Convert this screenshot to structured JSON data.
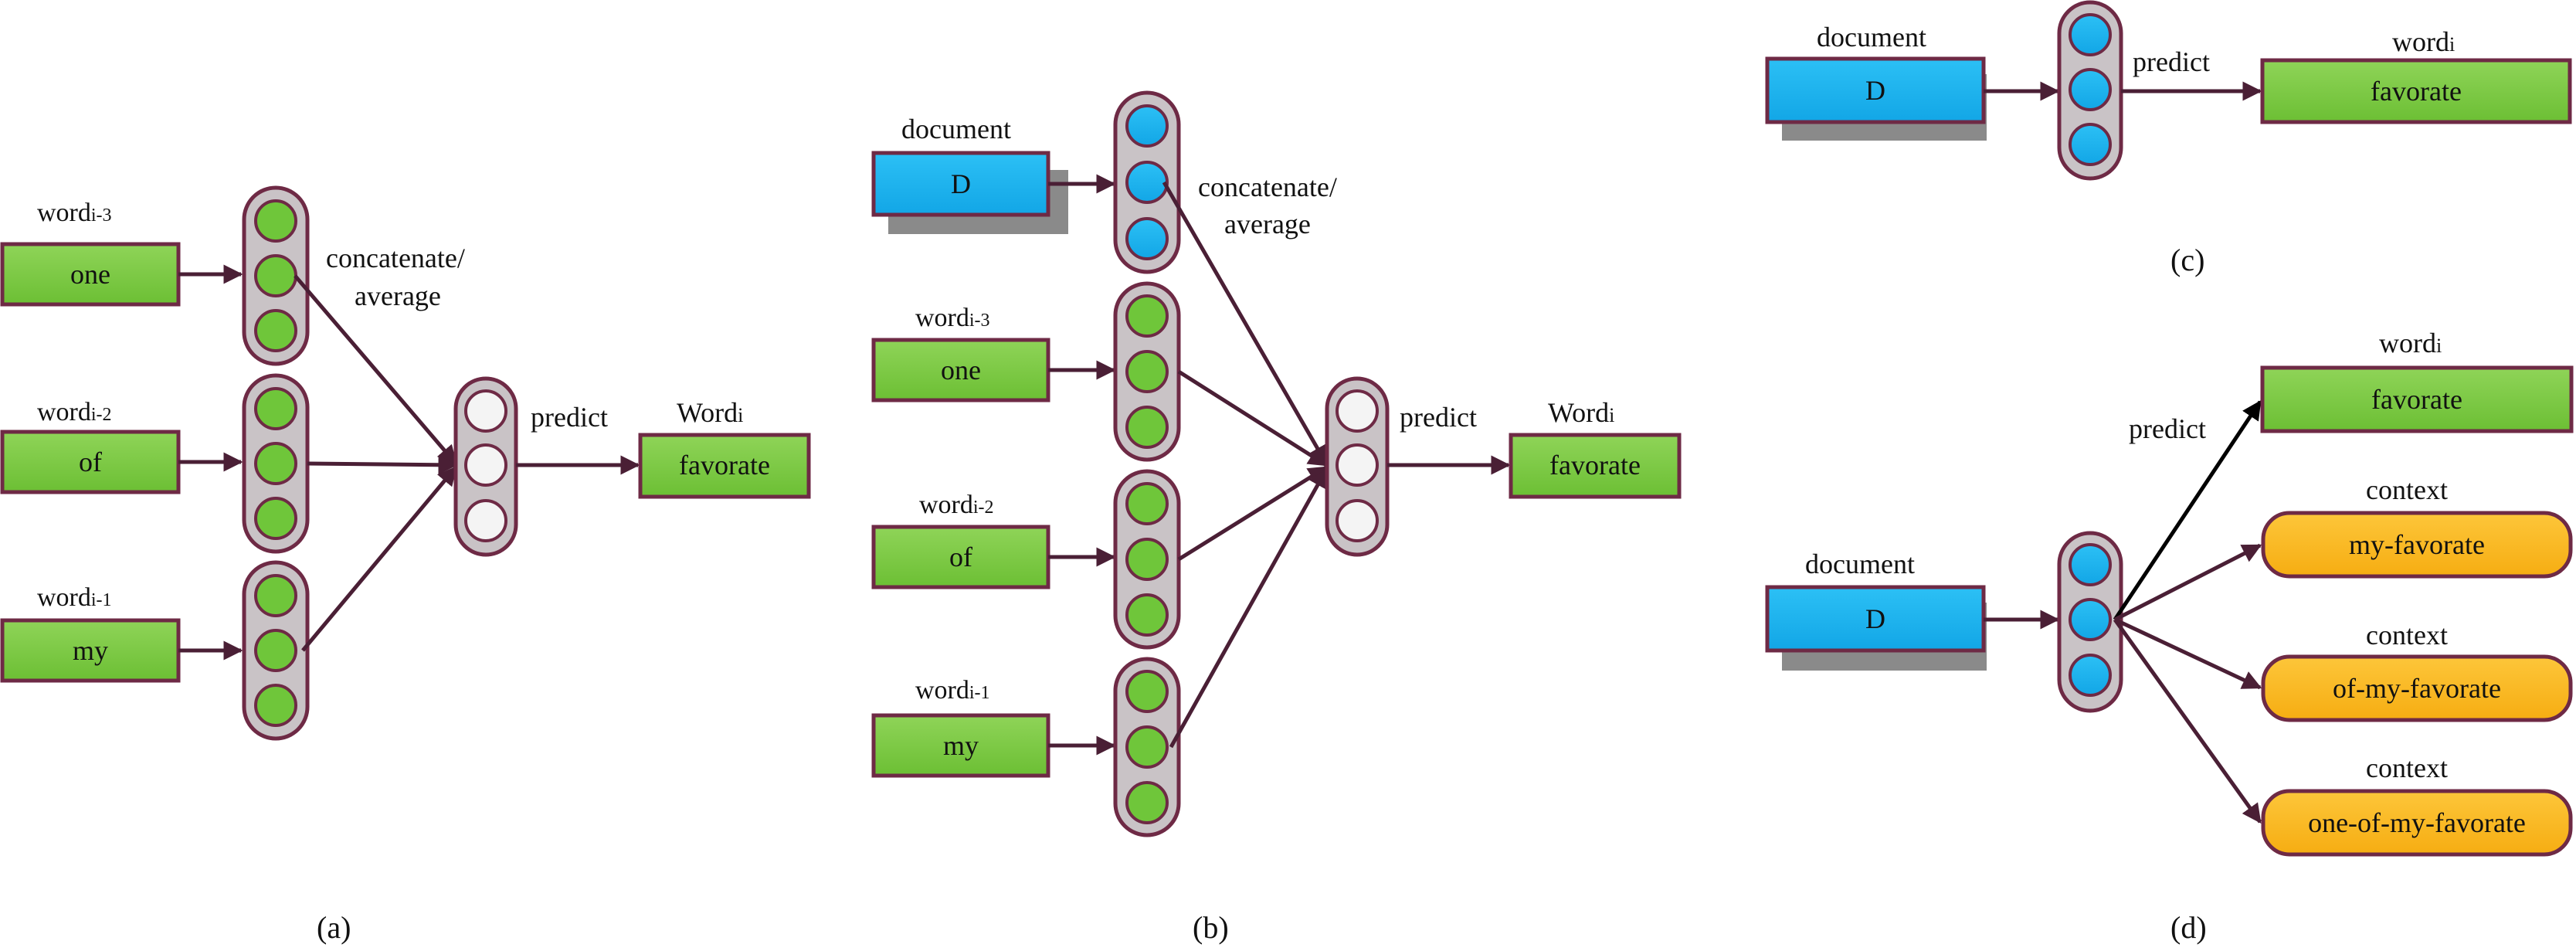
{
  "panel_a": {
    "caption": "(a)",
    "inputs": [
      {
        "word": "word",
        "sub": "i-3",
        "value": "one"
      },
      {
        "word": "word",
        "sub": "i-2",
        "value": "of"
      },
      {
        "word": "word",
        "sub": "i-1",
        "value": "my"
      }
    ],
    "combine_line1": "concatenate/",
    "combine_line2": "average",
    "predict": "predict",
    "out_word": "Word",
    "out_sub": "i",
    "output": "favorate"
  },
  "panel_b": {
    "caption": "(b)",
    "doc_label": "document",
    "doc_value": "D",
    "inputs": [
      {
        "word": "word",
        "sub": "i-3",
        "value": "one"
      },
      {
        "word": "word",
        "sub": "i-2",
        "value": "of"
      },
      {
        "word": "word",
        "sub": "i-1",
        "value": "my"
      }
    ],
    "combine_line1": "concatenate/",
    "combine_line2": "average",
    "predict": "predict",
    "out_word": "Word",
    "out_sub": "i",
    "output": "favorate"
  },
  "panel_c": {
    "caption": "(c)",
    "doc_label": "document",
    "doc_value": "D",
    "predict": "predict",
    "out_word": "word",
    "out_sub": "i",
    "output": "favorate"
  },
  "panel_d": {
    "caption": "(d)",
    "doc_label": "document",
    "doc_value": "D",
    "predict": "predict",
    "out_word": "word",
    "out_sub": "i",
    "output": "favorate",
    "context_label": "context",
    "contexts": [
      "my-favorate",
      "of-my-favorate",
      "one-of-my-favorate"
    ]
  },
  "colors": {
    "green_box": "#7cc843",
    "green_node": "#6fc63a",
    "blue": "#1fb3ef",
    "orange": "#fbb81a",
    "frame": "#6e2a45",
    "column_fill": "#c9c3c6",
    "white_node": "#f4f4f4",
    "shadow": "#8a8a8a"
  }
}
